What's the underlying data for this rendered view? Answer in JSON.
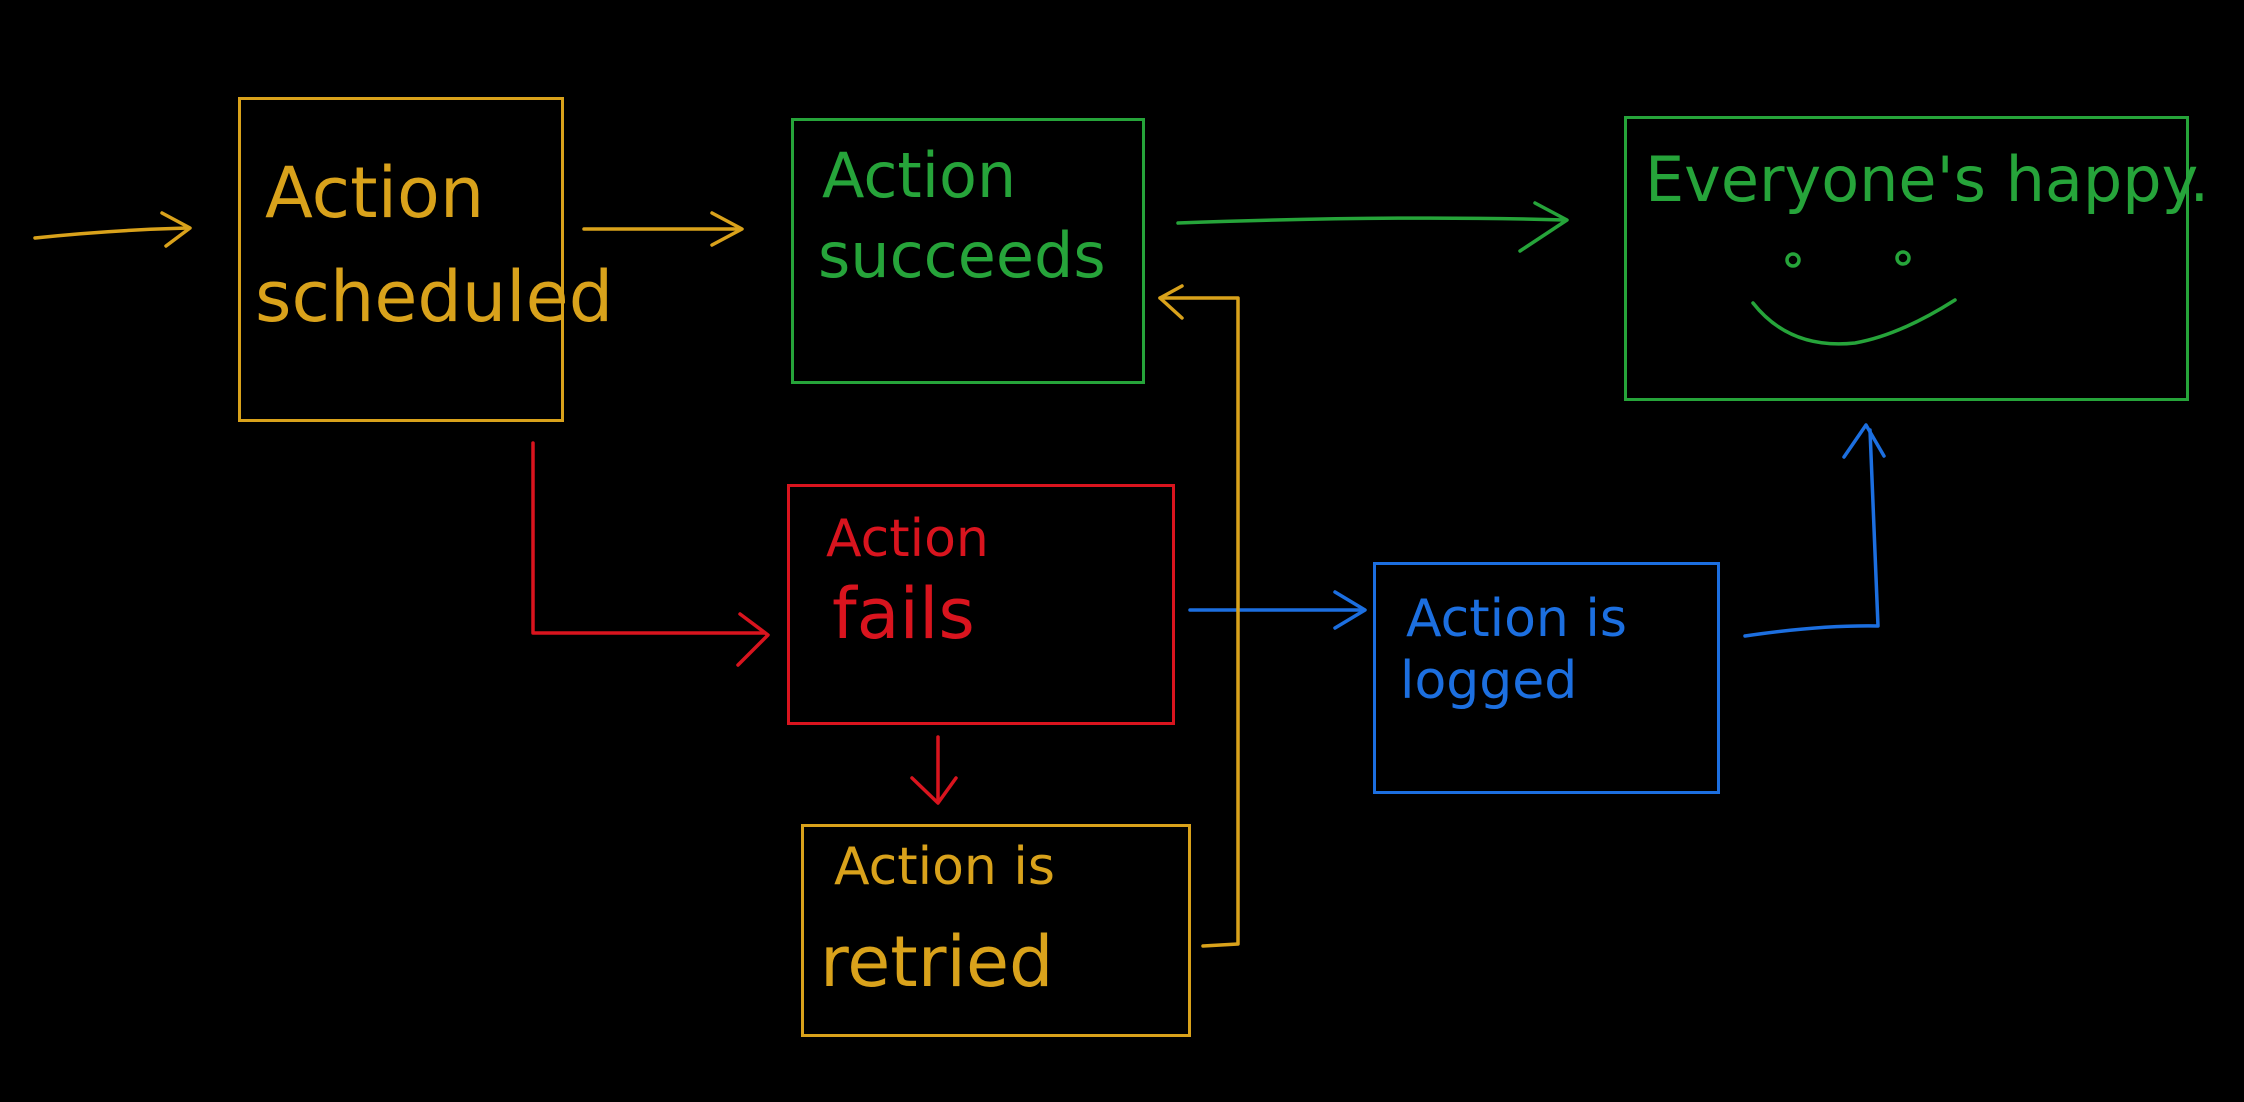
{
  "colors": {
    "background": "#000000",
    "yellow": "#d9a21b",
    "green": "#26a43a",
    "red": "#d9141e",
    "blue": "#1c6fe0"
  },
  "nodes": {
    "scheduled": {
      "line1": "Action",
      "line2": "scheduled"
    },
    "succeeds": {
      "line1": "Action",
      "line2": "succeeds"
    },
    "happy": {
      "line1": "Everyone's happy."
    },
    "fails": {
      "line1": "Action",
      "line2": "fails"
    },
    "retried": {
      "line1": "Action is",
      "line2": "retried"
    },
    "logged": {
      "line1": "Action is",
      "line2": "logged"
    }
  },
  "icons": {
    "smiley": "smiley-face-icon"
  }
}
